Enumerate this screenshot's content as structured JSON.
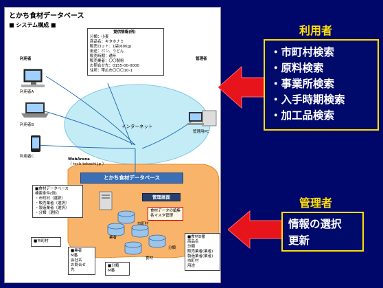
{
  "doc": {
    "title": "とかち食材データベース",
    "section": "■ システム構成 ■",
    "info_box": {
      "title": "提供情報(例)",
      "lines": [
        "分類：小麦",
        "商品名：キタホナミ",
        "販売ロット：1袋(60Kg)",
        "用途：パン、うどん",
        "販売時期：通年",
        "販売業者：〇〇製粉",
        "お問合せ先：0155-00-0000",
        "住所：帯広市〇〇〇10-1"
      ]
    },
    "users": [
      "利用者A",
      "利用者B",
      "利用者C"
    ],
    "users_header": "利用者",
    "admin_header": "管理者",
    "admin_pc": "管理用PC",
    "internet": "インターネット",
    "webarena": "WebArena",
    "webarena_url": "（ tech-tokachi.jp ）",
    "db_title": "とかち食材データベース",
    "admin_screen": "管理画面",
    "admin_note": [
      "食材データの編集",
      "各マスタ管理"
    ],
    "search_box": [
      "■食材データベース",
      "検索条件(例)",
      "・市町村（選択）",
      "・販売業者（選択）",
      "・製造業者（選択）",
      "・分類（選択）"
    ],
    "db_labels": [
      "市町村",
      "業者",
      "分類",
      "食材"
    ],
    "master_city": "■市町村",
    "master_vendor": [
      "■業者",
      "M番",
      "会社名",
      "お問合せ",
      "先"
    ],
    "master_class": [
      "■分類",
      "M番"
    ],
    "food_db": [
      "■食材D番",
      "商品名",
      "分類",
      "販売業者(業者)",
      "製造業者(業者)",
      "市町村",
      "用途"
    ]
  },
  "right": {
    "user_title": "利用者",
    "user_items": [
      "・市町村検索",
      "・原料検索",
      "・事業所検索",
      "・入手時期検索",
      "・加工品検索"
    ],
    "admin_title": "管理者",
    "admin_items": [
      "情報の選択",
      "更新"
    ]
  },
  "colors": {
    "background": "#00076a",
    "accent": "#ffe000",
    "arrow": "#e8141c",
    "cloud": "#bfe8f5",
    "db_area": "#f9b46b"
  }
}
